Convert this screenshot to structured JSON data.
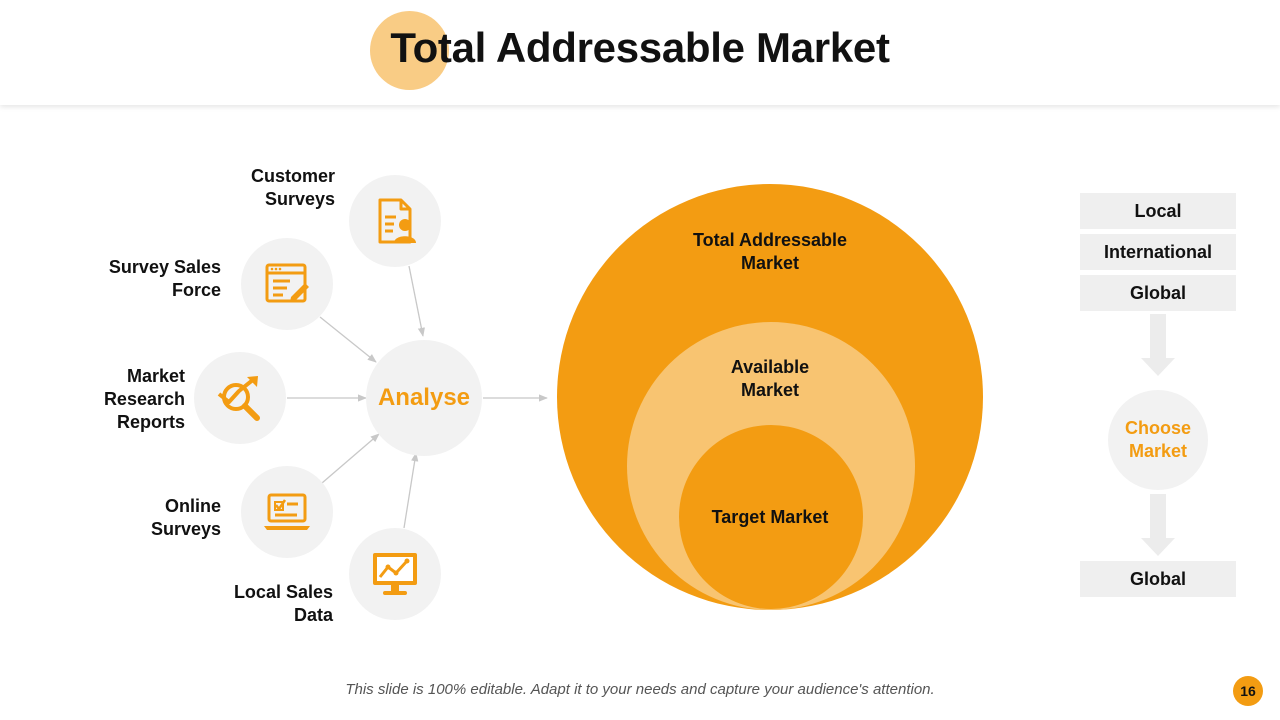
{
  "title": "Total Addressable Market",
  "sources": [
    {
      "label": "Customer Surveys",
      "icon": "survey-document-icon"
    },
    {
      "label": "Survey Sales Force",
      "icon": "web-form-edit-icon"
    },
    {
      "label": "Market Research Reports",
      "icon": "magnify-growth-icon"
    },
    {
      "label": "Online Surveys",
      "icon": "laptop-checklist-icon"
    },
    {
      "label": "Local Sales Data",
      "icon": "monitor-chart-icon"
    }
  ],
  "hub": {
    "label": "Analyse"
  },
  "circles": {
    "total": "Total Addressable Market",
    "available": "Available Market",
    "target": "Target Market"
  },
  "market_scope": {
    "options": [
      "Local",
      "International",
      "Global"
    ],
    "choose": "Choose Market",
    "result": "Global"
  },
  "footer": "This slide is 100% editable. Adapt it to your needs and capture your audience's attention.",
  "page_number": "16",
  "colors": {
    "accent": "#f39c12",
    "accent_light": "#f8c471",
    "title_dot": "#f9cc85",
    "neutral_fill": "#f2f2f2",
    "box_fill": "#efefef"
  }
}
